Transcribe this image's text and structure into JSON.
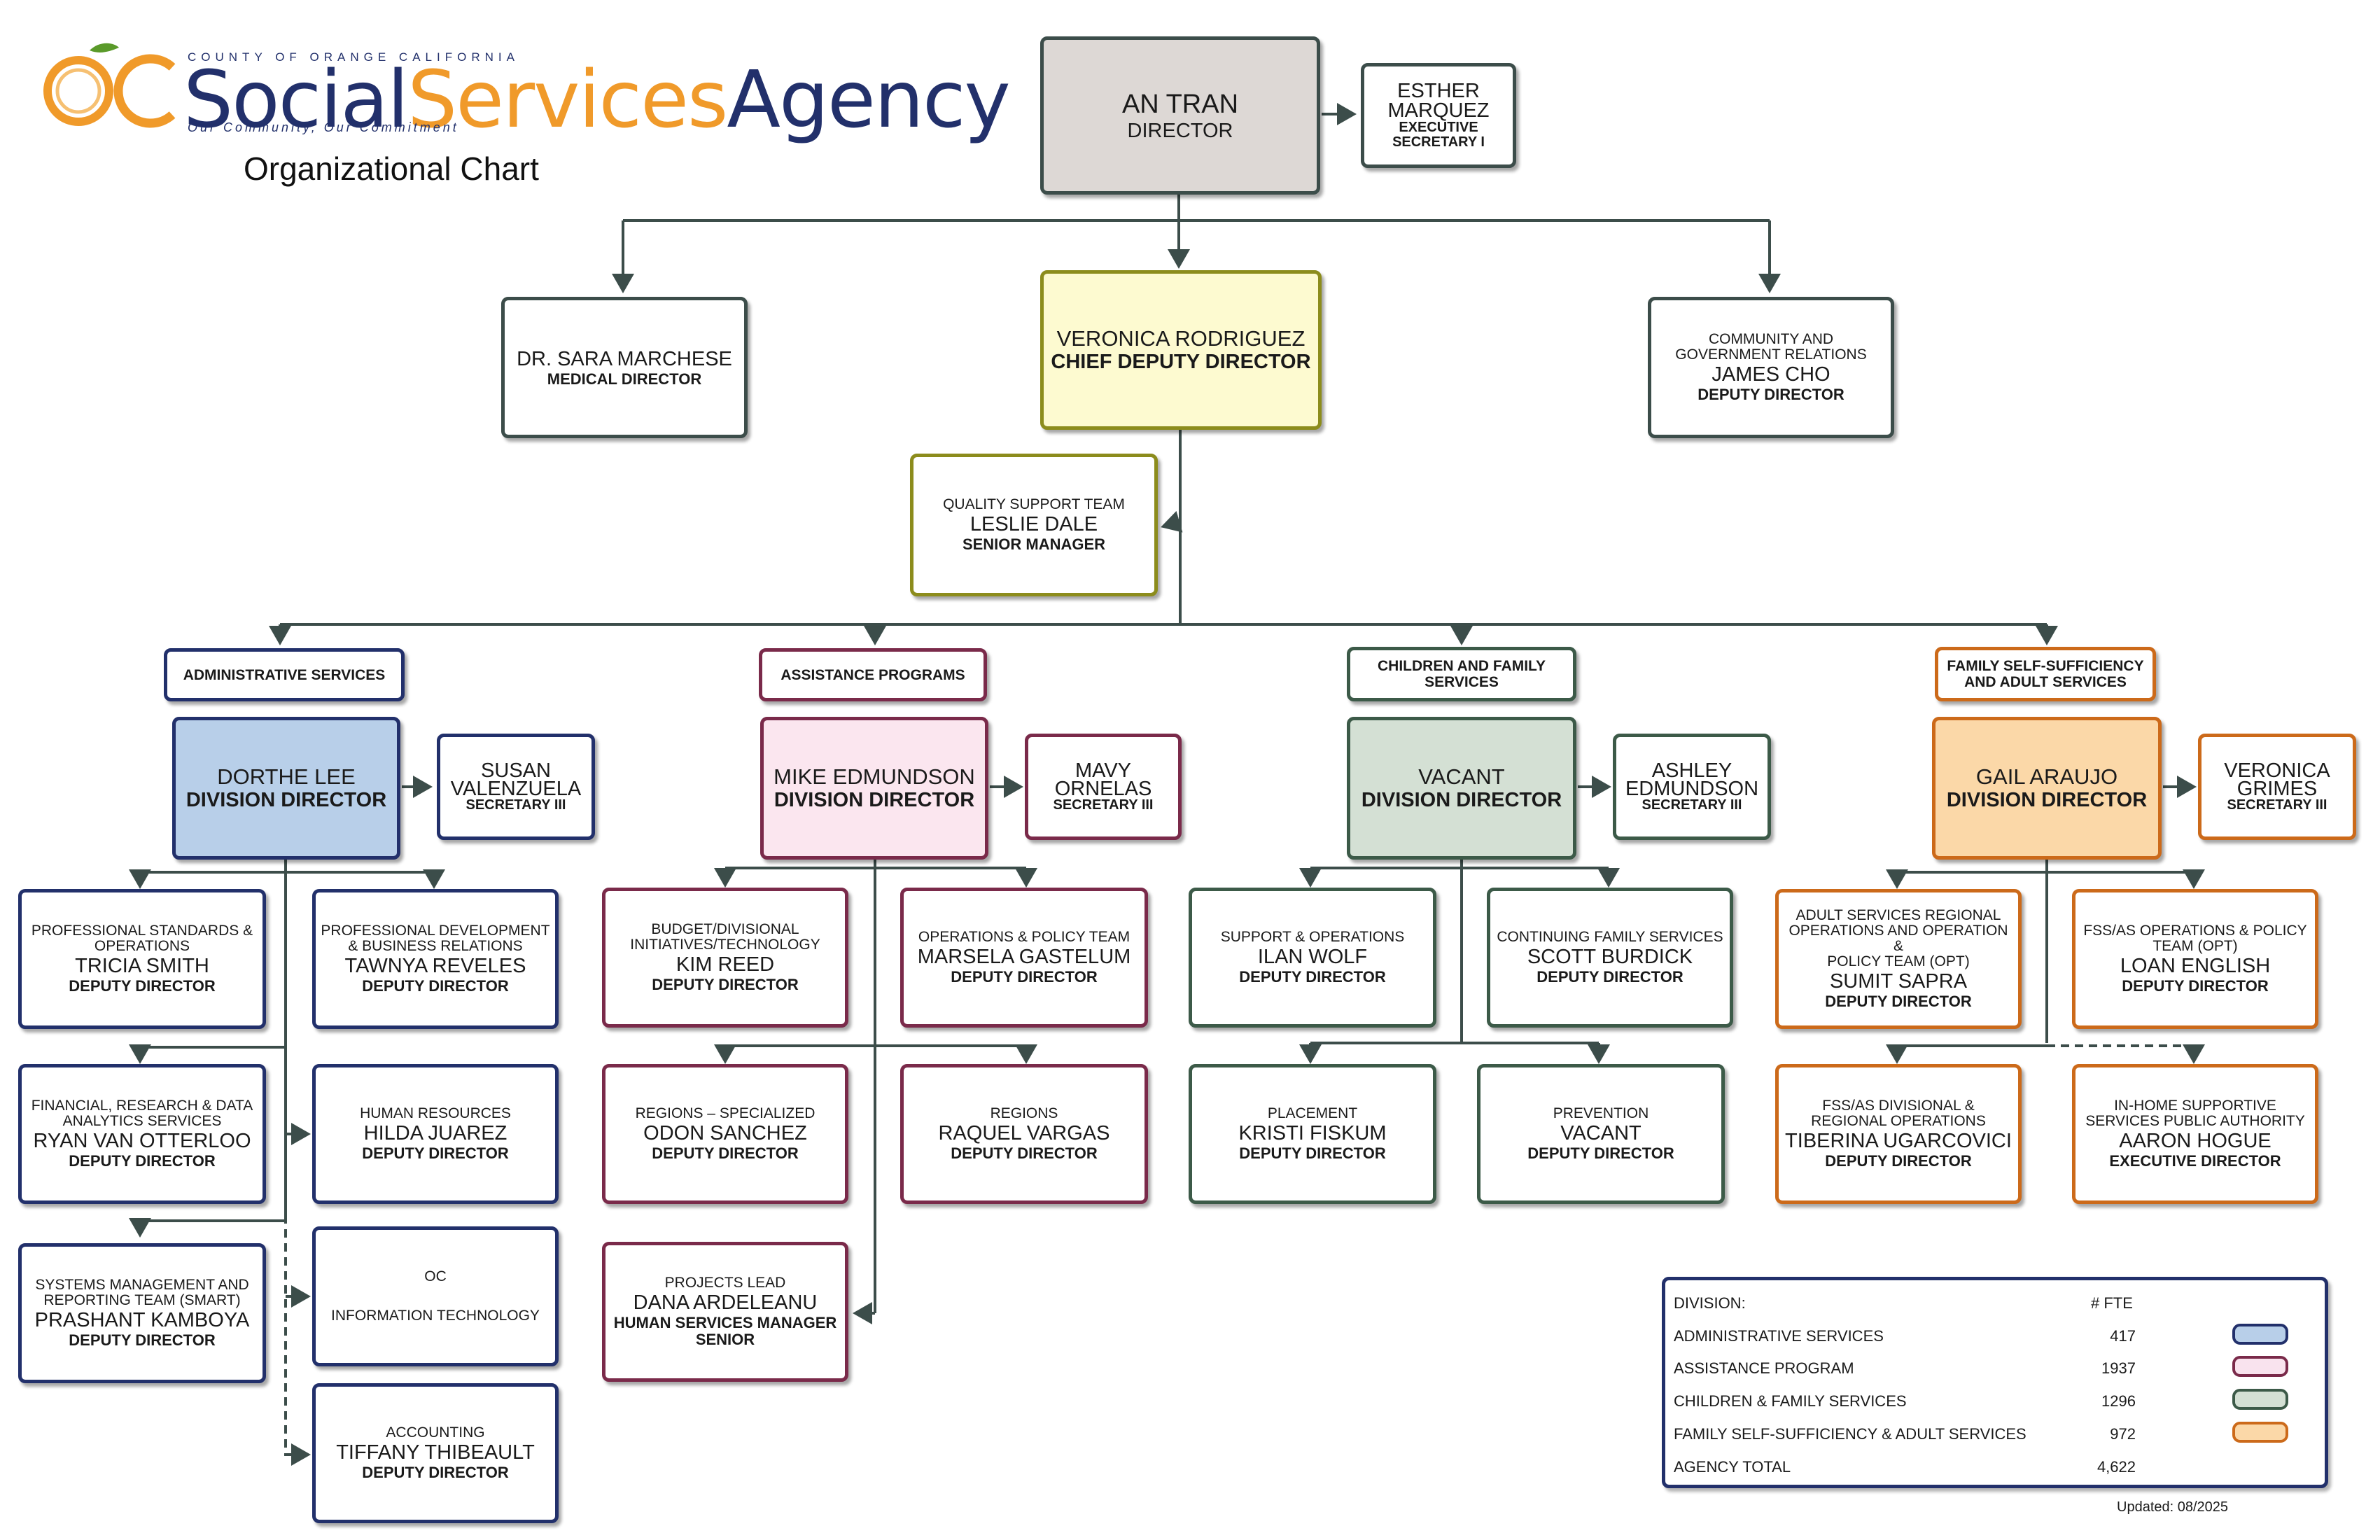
{
  "header": {
    "logo_top": "COUNTY OF ORANGE CALIFORNIA",
    "logo_oc": "OC",
    "logo_social": "Social",
    "logo_services": "Services",
    "logo_agency": "Agency",
    "logo_tagline": "Our Community, Our Commitment",
    "title": "Organizational Chart"
  },
  "colors": {
    "administrative": "#22306b",
    "assistance": "#7a2a4a",
    "children_family": "#3c5a48",
    "family_self_sufficiency": "#cc6a1a",
    "logo_orange": "#f09a2a",
    "logo_blue": "#22306b"
  },
  "director": {
    "name": "AN TRAN",
    "role": "DIRECTOR"
  },
  "exec_secretary": {
    "name_line1": "ESTHER",
    "name_line2": "MARQUEZ",
    "role_line1": "EXECUTIVE",
    "role_line2": "SECRETARY I"
  },
  "medical": {
    "name": "DR. SARA MARCHESE",
    "role": "MEDICAL DIRECTOR"
  },
  "chief_deputy": {
    "name": "VERONICA RODRIGUEZ",
    "role": "CHIEF DEPUTY DIRECTOR"
  },
  "community": {
    "title_line1": "COMMUNITY AND",
    "title_line2": "GOVERNMENT RELATIONS",
    "name": "JAMES CHO",
    "role": "DEPUTY DIRECTOR"
  },
  "quality": {
    "title": "QUALITY SUPPORT TEAM",
    "name": "LESLIE DALE",
    "role": "SENIOR MANAGER"
  },
  "divisions": {
    "admin": {
      "label": "ADMINISTRATIVE SERVICES",
      "director": {
        "name": "DORTHE LEE",
        "role": "DIVISION DIRECTOR"
      },
      "secretary": {
        "name_line1": "SUSAN",
        "name_line2": "VALENZUELA",
        "role": "SECRETARY III"
      },
      "units": [
        {
          "title_line1": "PROFESSIONAL STANDARDS &",
          "title_line2": "OPERATIONS",
          "name": "TRICIA SMITH",
          "role": "DEPUTY DIRECTOR"
        },
        {
          "title_line1": "PROFESSIONAL DEVELOPMENT",
          "title_line2": "& BUSINESS RELATIONS",
          "name": "TAWNYA REVELES",
          "role": "DEPUTY DIRECTOR"
        },
        {
          "title_line1": "FINANCIAL, RESEARCH & DATA",
          "title_line2": "ANALYTICS SERVICES",
          "name": "RYAN VAN OTTERLOO",
          "role": "DEPUTY DIRECTOR"
        },
        {
          "title_line1": "HUMAN RESOURCES",
          "title_line2": "",
          "name": "HILDA JUAREZ",
          "role": "DEPUTY DIRECTOR"
        },
        {
          "title_line1": "SYSTEMS MANAGEMENT AND",
          "title_line2": "REPORTING TEAM (SMART)",
          "name": "PRASHANT KAMBOYA",
          "role": "DEPUTY DIRECTOR"
        },
        {
          "title_line1": "OC",
          "title_line2": "INFORMATION TECHNOLOGY",
          "name": "",
          "role": ""
        },
        {
          "title_line1": "ACCOUNTING",
          "title_line2": "",
          "name": "TIFFANY THIBEAULT",
          "role": "DEPUTY DIRECTOR"
        }
      ]
    },
    "assist": {
      "label": "ASSISTANCE PROGRAMS",
      "director": {
        "name": "MIKE EDMUNDSON",
        "role": "DIVISION DIRECTOR"
      },
      "secretary": {
        "name_line1": "MAVY ORNELAS",
        "name_line2": "",
        "role": "SECRETARY III"
      },
      "units": [
        {
          "title_line1": "BUDGET/DIVISIONAL",
          "title_line2": "INITIATIVES/TECHNOLOGY",
          "name": "KIM REED",
          "role": "DEPUTY DIRECTOR"
        },
        {
          "title_line1": "OPERATIONS & POLICY TEAM",
          "title_line2": "",
          "name": "MARSELA GASTELUM",
          "role": "DEPUTY DIRECTOR"
        },
        {
          "title_line1": "REGIONS – SPECIALIZED",
          "title_line2": "",
          "name": "ODON SANCHEZ",
          "role": "DEPUTY DIRECTOR"
        },
        {
          "title_line1": "REGIONS",
          "title_line2": "",
          "name": "RAQUEL VARGAS",
          "role": "DEPUTY DIRECTOR"
        },
        {
          "title_line1": "PROJECTS LEAD",
          "title_line2": "",
          "name": "DANA ARDELEANU",
          "role": "HUMAN SERVICES MANAGER",
          "role_line2": "SENIOR"
        }
      ]
    },
    "cfs": {
      "label_line1": "CHILDREN AND FAMILY",
      "label_line2": "SERVICES",
      "director": {
        "name": "VACANT",
        "role": "DIVISION DIRECTOR"
      },
      "secretary": {
        "name_line1": "ASHLEY",
        "name_line2": "EDMUNDSON",
        "role": "SECRETARY III"
      },
      "units": [
        {
          "title_line1": "SUPPORT & OPERATIONS",
          "title_line2": "",
          "name": "ILAN WOLF",
          "role": "DEPUTY DIRECTOR"
        },
        {
          "title_line1": "CONTINUING FAMILY SERVICES",
          "title_line2": "",
          "name": "SCOTT BURDICK",
          "role": "DEPUTY DIRECTOR"
        },
        {
          "title_line1": "PLACEMENT",
          "title_line2": "",
          "name": "KRISTI FISKUM",
          "role": "DEPUTY DIRECTOR"
        },
        {
          "title_line1": "PREVENTION",
          "title_line2": "",
          "name": "VACANT",
          "role": "DEPUTY DIRECTOR"
        }
      ]
    },
    "fss": {
      "label_line1": "FAMILY SELF-SUFFICIENCY",
      "label_line2": "AND ADULT SERVICES",
      "director": {
        "name": "GAIL ARAUJO",
        "role": "DIVISION DIRECTOR"
      },
      "secretary": {
        "name_line1": "VERONICA",
        "name_line2": "GRIMES",
        "role": "SECRETARY III"
      },
      "units": [
        {
          "title_line1": "ADULT SERVICES REGIONAL",
          "title_line2": "OPERATIONS AND OPERATION &",
          "title_line3": "POLICY TEAM (OPT)",
          "name": "SUMIT SAPRA",
          "role": "DEPUTY DIRECTOR"
        },
        {
          "title_line1": "FSS/AS OPERATIONS & POLICY",
          "title_line2": "TEAM (OPT)",
          "name": "LOAN ENGLISH",
          "role": "DEPUTY DIRECTOR"
        },
        {
          "title_line1": "FSS/AS DIVISIONAL &",
          "title_line2": "REGIONAL OPERATIONS",
          "name": "TIBERINA UGARCOVICI",
          "role": "DEPUTY DIRECTOR"
        },
        {
          "title_line1": "IN-HOME SUPPORTIVE",
          "title_line2": "SERVICES PUBLIC AUTHORITY",
          "name": "AARON HOGUE",
          "role": "EXECUTIVE DIRECTOR"
        }
      ]
    }
  },
  "legend": {
    "header_division": "DIVISION:",
    "header_fte": "# FTE",
    "rows": [
      {
        "label": "ADMINISTRATIVE SERVICES",
        "fte": "417",
        "color": "#b8cfe9",
        "border": "#22306b"
      },
      {
        "label": "ASSISTANCE PROGRAM",
        "fte": "1937",
        "color": "#f9e3ee",
        "border": "#7a2a4a"
      },
      {
        "label": "CHILDREN & FAMILY SERVICES",
        "fte": "1296",
        "color": "#d4e0d4",
        "border": "#3c5a48"
      },
      {
        "label": "FAMILY SELF-SUFFICIENCY & ADULT SERVICES",
        "fte": "972",
        "color": "#fbd8a8",
        "border": "#cc6a1a"
      }
    ],
    "total_label": "AGENCY TOTAL",
    "total_fte": "4,622"
  },
  "updated": "Updated: 08/2025"
}
